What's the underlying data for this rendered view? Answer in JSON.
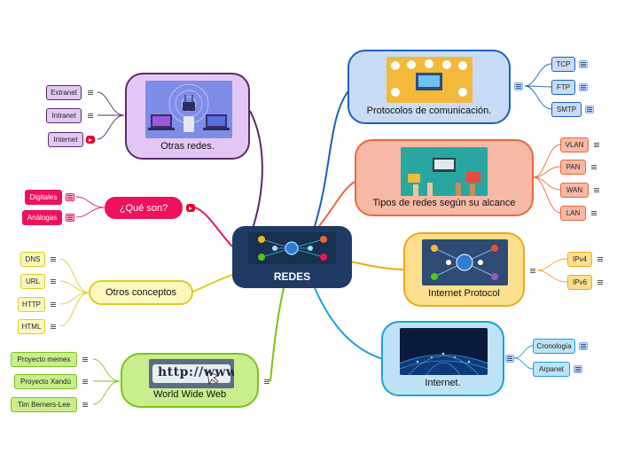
{
  "center": {
    "label": "REDES"
  },
  "branches": {
    "protocolos": {
      "label": "Protocolos de comunicación.",
      "leaves": [
        "TCP",
        "FTP",
        "SMTP"
      ]
    },
    "tipos": {
      "label": "Tipos de redes según su alcance",
      "leaves": [
        "VLAN",
        "PAN",
        "WAN",
        "LAN"
      ]
    },
    "ip": {
      "label": "Internet Protocol",
      "leaves": [
        "IPv4",
        "IPv6"
      ]
    },
    "internet": {
      "label": "Internet.",
      "leaves": [
        "Cronología",
        "Arpanet"
      ]
    },
    "otras": {
      "label": "Otras redes.",
      "leaves": [
        "Extranet",
        "Intranet",
        "Internet"
      ]
    },
    "queson": {
      "label": "¿Qué son?",
      "leaves": [
        "Digitales",
        "Análogas"
      ]
    },
    "conceptos": {
      "label": "Otros conceptos",
      "leaves": [
        "DNS",
        "URL",
        "HTTP",
        "HTML"
      ]
    },
    "www": {
      "label": "World Wide Web",
      "leaves": [
        "Proyecto memex",
        "Proyecto Xandú",
        "Tim Berners-Lee"
      ],
      "image_text": "http://www."
    }
  },
  "colors": {
    "center": "#1f3a63",
    "protocolos": "#c9dcf7",
    "tipos": "#f7b8a5",
    "ip": "#fde08d",
    "internet": "#bfe3f6",
    "otras": "#e3c8f6",
    "queson": "#f0115c",
    "conceptos": "#fbf7bf",
    "www": "#c9ee8d"
  }
}
